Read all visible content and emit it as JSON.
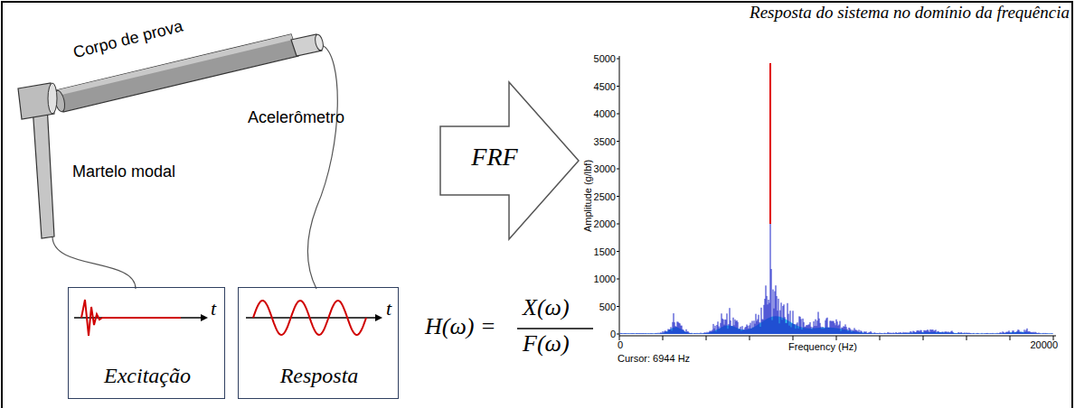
{
  "diagram": {
    "nodes": [
      {
        "text": [
          "t",
          "Excitação"
        ]
      },
      {
        "text": [
          "t",
          "Resposta"
        ]
      },
      {
        "text": [
          "FRF"
        ]
      }
    ],
    "labels": [
      "Corpo de prova",
      "Acelerômetro",
      "Martelo modal",
      "H(ω) =",
      "X(ω)",
      "F(ω)",
      "Resposta do sistema no domínio da frequência",
      "Amplitude (g/lbf)",
      "5000",
      "4500",
      "4000",
      "3500",
      "3000",
      "2500",
      "2000",
      "1500",
      "1000",
      "500",
      "0",
      "0",
      "20000",
      "Cursor: 6944 Hz",
      "Frequency (Hz)"
    ]
  }
}
